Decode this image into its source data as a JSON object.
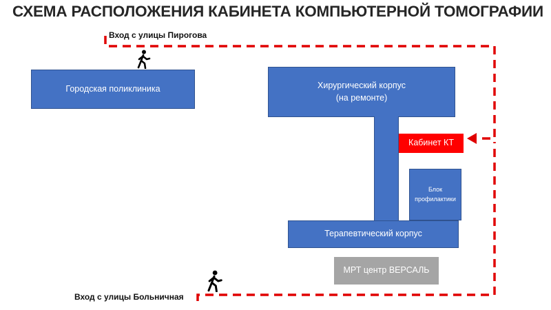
{
  "title": "СХЕМА РАСПОЛОЖЕНИЯ КАБИНЕТА КОМПЬЮТЕРНОЙ ТОМОГРАФИИ",
  "entrances": {
    "top": "Вход с улицы Пирогова",
    "bottom": "Вход с улицы Больничная"
  },
  "buildings": {
    "polyclinic": "Городская поликлиника",
    "surgical_line1": "Хирургический корпус",
    "surgical_line2": "(на ремонте)",
    "ct_room": "Кабинет КТ",
    "prevention_line1": "Блок",
    "prevention_line2": "профилактики",
    "therapeutic": "Терапевтический корпус",
    "mri": "МРТ центр ВЕРСАЛЬ"
  },
  "icons": {
    "walker": "walking-person-icon",
    "route": "dashed-route-arrow-icon"
  },
  "colors": {
    "building": "#4472c4",
    "ct_highlight": "#ff0000",
    "mri": "#a5a5a5",
    "route": "#e00000"
  }
}
